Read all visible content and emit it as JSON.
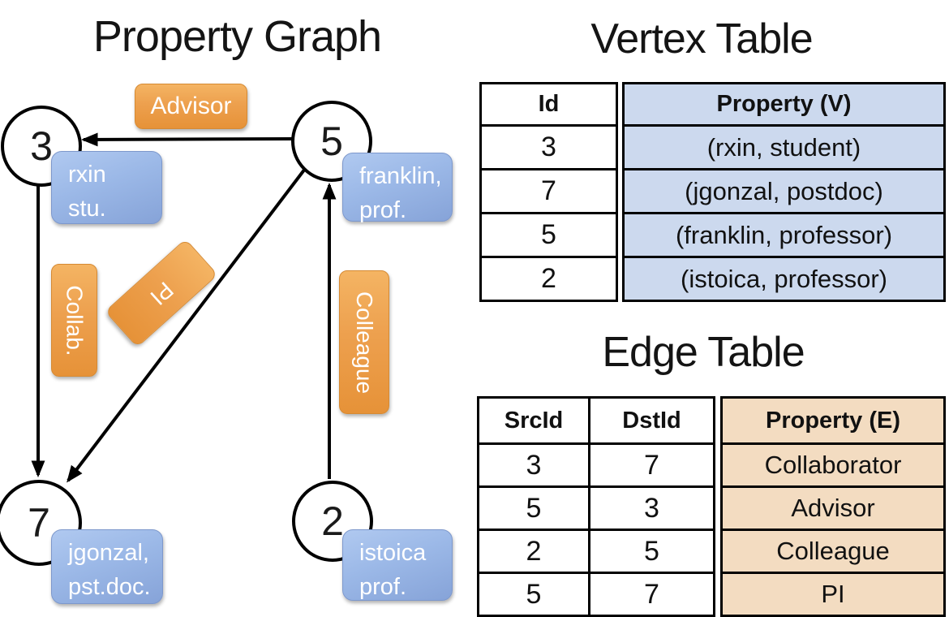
{
  "colors": {
    "edge_label_orange_top": "#f4b463",
    "edge_label_orange_bottom": "#e69238",
    "vertex_label_blue_top": "#b0c9f0",
    "vertex_label_blue_bottom": "#86a3d8",
    "vertex_table_fill": "#ccd9ee",
    "edge_table_fill": "#f3dcc1",
    "line_color": "#000000",
    "label_text": "#ffffff"
  },
  "graph": {
    "title": "Property Graph",
    "nodes": [
      {
        "id": "3",
        "property": [
          "rxin",
          "stu."
        ]
      },
      {
        "id": "5",
        "property": [
          "franklin,",
          "prof."
        ]
      },
      {
        "id": "7",
        "property": [
          "jgonzal,",
          "pst.doc."
        ]
      },
      {
        "id": "2",
        "property": [
          "istoica",
          "prof."
        ]
      }
    ],
    "edges": [
      {
        "src": "5",
        "dst": "3",
        "label": "Advisor"
      },
      {
        "src": "3",
        "dst": "7",
        "label": "Collab."
      },
      {
        "src": "5",
        "dst": "7",
        "label": "PI"
      },
      {
        "src": "2",
        "dst": "5",
        "label": "Colleague"
      }
    ]
  },
  "vertex_table": {
    "title": "Vertex Table",
    "columns": [
      "Id",
      "Property (V)"
    ],
    "rows": [
      {
        "id": "3",
        "property": "(rxin, student)"
      },
      {
        "id": "7",
        "property": "(jgonzal, postdoc)"
      },
      {
        "id": "5",
        "property": "(franklin, professor)"
      },
      {
        "id": "2",
        "property": "(istoica, professor)"
      }
    ]
  },
  "edge_table": {
    "title": "Edge Table",
    "columns": [
      "SrcId",
      "DstId",
      "Property (E)"
    ],
    "rows": [
      {
        "src": "3",
        "dst": "7",
        "property": "Collaborator"
      },
      {
        "src": "5",
        "dst": "3",
        "property": "Advisor"
      },
      {
        "src": "2",
        "dst": "5",
        "property": "Colleague"
      },
      {
        "src": "5",
        "dst": "7",
        "property": "PI"
      }
    ]
  }
}
